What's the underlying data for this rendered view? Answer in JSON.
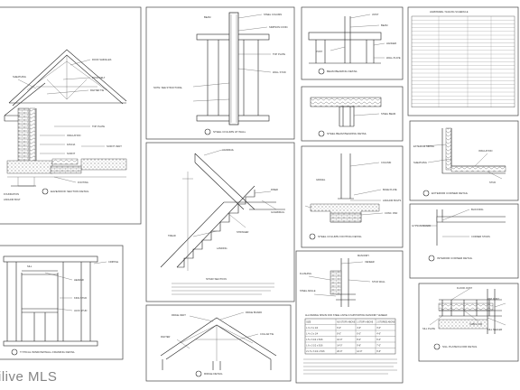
{
  "watermark": "ilive MLS",
  "details": {
    "eave_roof": {
      "title": "EAVE/ROOF SECTION DETAIL",
      "notes": [
        "ROOF SHINGLES",
        "ROOF FELT",
        "SHEATHING",
        "RAFTER TIE",
        "TOP PLATE",
        "INSULATION",
        "FASCIA",
        "SOFFIT",
        "SOFFIT VENT",
        "FOOTING",
        "FOUNDATION",
        "ANCHOR BOLT"
      ]
    },
    "wall_column": {
      "title": "STEEL COLUMN AT WALL",
      "notes": [
        "BEAM",
        "STEEL COLUMN",
        "SIMPSON CONN.",
        "TOP PLATE",
        "WALL STUD",
        "NOTE: SEE STRUCTURAL"
      ]
    },
    "beam_bearing": {
      "title": "BEAM BEARING DETAIL",
      "notes": [
        "JOIST",
        "BEAM",
        "POST",
        "HANGER",
        "WALL PLATE"
      ]
    },
    "steel_beam": {
      "title": "STEEL BEAM BEARING DETAIL",
      "notes": [
        "STEEL BEAM"
      ]
    },
    "schedule": {
      "title": "HARDWARE / NAILING SCHEDULE",
      "rows": 24
    },
    "stair": {
      "title": "STAIR SECTION",
      "notes": [
        "HANDRAIL",
        "TREAD",
        "RISER",
        "STRINGER",
        "GUARDRAIL",
        "LANDING"
      ]
    },
    "column_footing": {
      "title": "STEEL COLUMN FOOTING DETAIL",
      "notes": [
        "COLUMN",
        "BASE PLATE",
        "ANCHOR BOLTS",
        "CONC. PAD",
        "GRAVEL"
      ]
    },
    "corner_1": {
      "title": "EXTERIOR CORNER DETAIL",
      "notes": [
        "EXTERIOR SIDING",
        "SHEATHING",
        "INSULATION",
        "STUD"
      ]
    },
    "corner_2": {
      "title": "INTERIOR CORNER DETAIL",
      "notes": [
        "GYPSUM BOARD",
        "BLOCKING",
        "CORNER STUDS"
      ]
    },
    "window_wall": {
      "title": "TYPICAL WINDOW/WALL FRAMING DETAIL",
      "notes": [
        "HEADER",
        "KING STUD",
        "JACK STUD",
        "SILL",
        "CRIPPLE"
      ]
    },
    "ridge": {
      "title": "RIDGE DETAIL",
      "notes": [
        "RIDGE BOARD",
        "RIDGE VENT",
        "RAFTER",
        "COLLAR TIE"
      ]
    },
    "lintel": {
      "title": "ALLOWABLE SPANS FOR STEEL LINTELS SUPPORTING MASONRY VENEER",
      "headers": [
        "SIZE",
        "NO STORY ABOVE",
        "1 STORY ABOVE",
        "2 STORIES ABOVE"
      ],
      "rows": [
        [
          "L 3 x 3 x 1/4",
          "6'-0\"",
          "4'-6\"",
          "3'-0\""
        ],
        [
          "L 4 x 3 x 1/4",
          "8'-0\"",
          "6'-0\"",
          "4'-6\""
        ],
        [
          "L 5 x 3 1/2 x 5/16",
          "10'-0\"",
          "8'-0\"",
          "6'-0\""
        ],
        [
          "L 6 x 3 1/2 x 5/16",
          "14'-0\"",
          "9'-8\"",
          "7'-0\""
        ],
        [
          "2 L 5 x 3 1/2 x 5/16",
          "20'-0\"",
          "12'-0\"",
          "9'-6\""
        ]
      ]
    },
    "sill": {
      "title": "SILL PLATE/FLOOR DETAIL",
      "notes": [
        "FLOOR JOIST",
        "SUBFLOOR",
        "SILL PLATE",
        "RIM JOIST",
        "SILL SEALER"
      ]
    }
  }
}
